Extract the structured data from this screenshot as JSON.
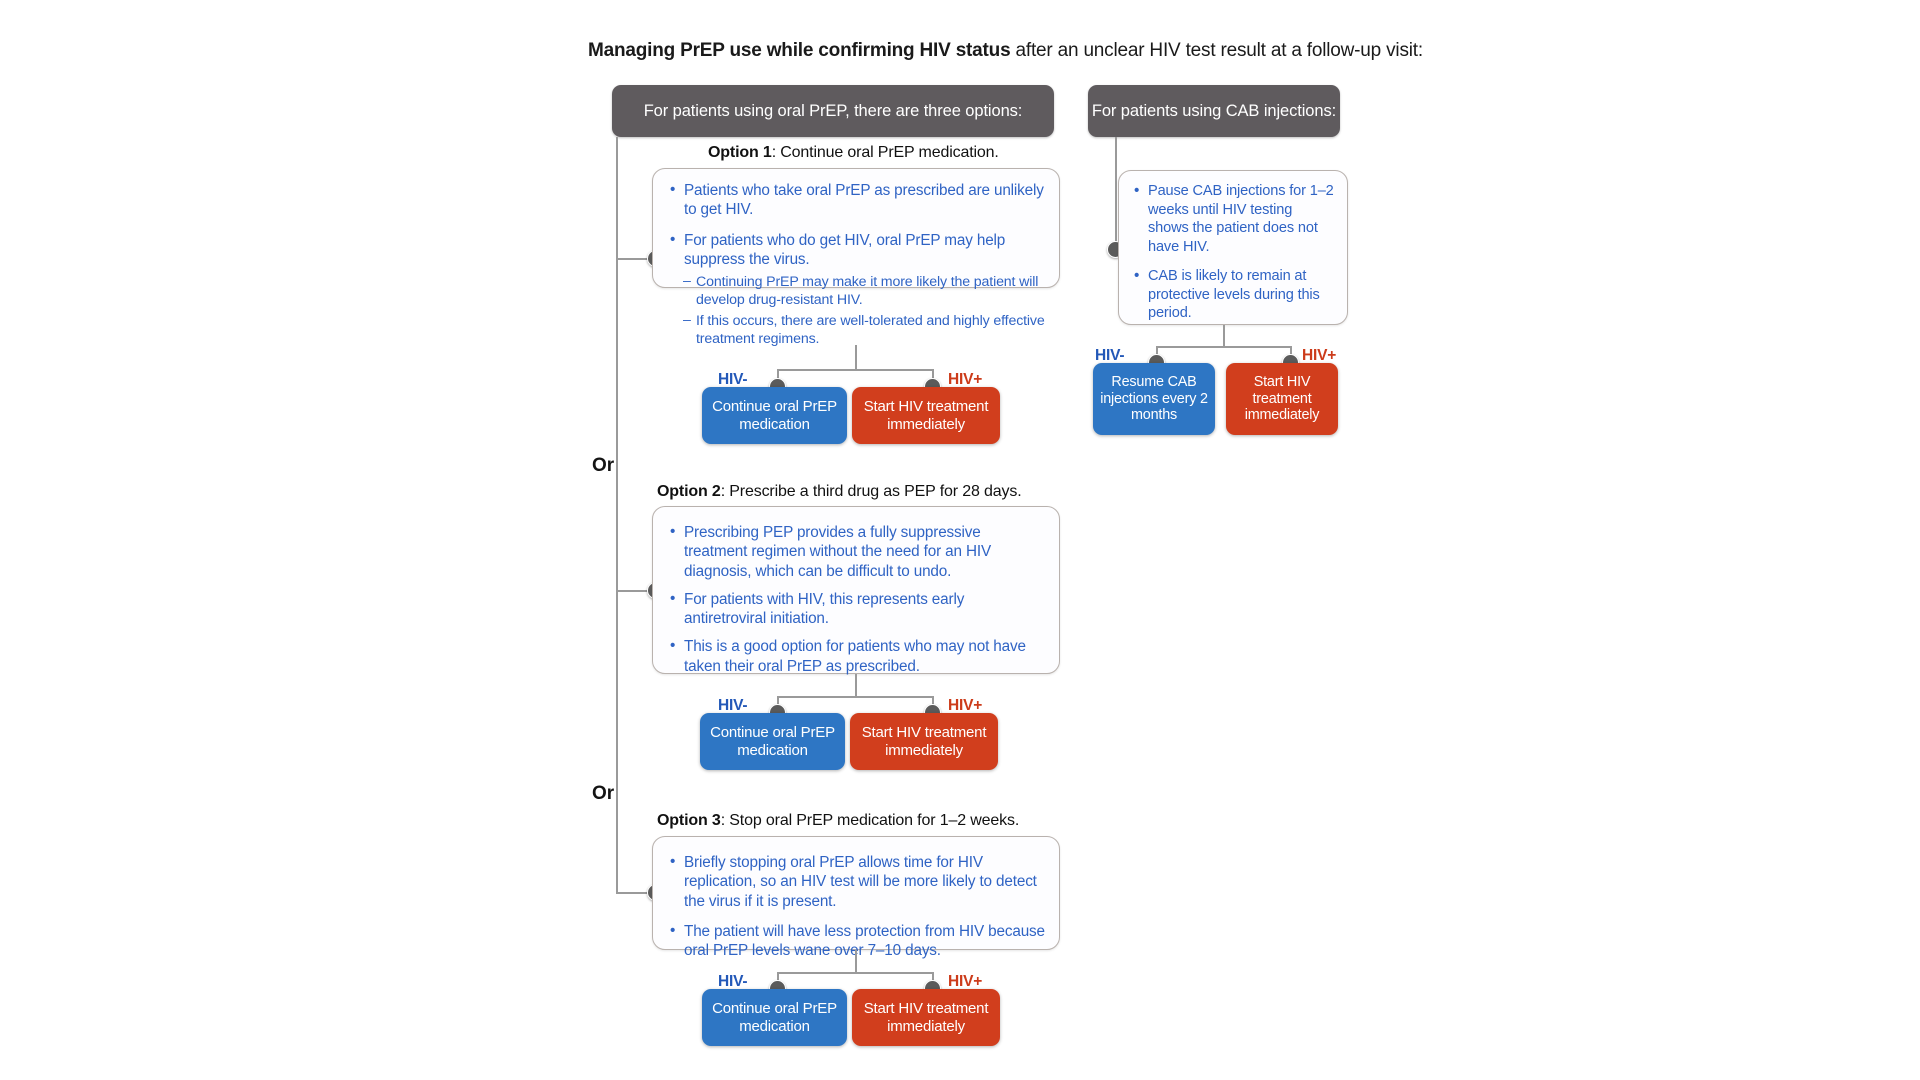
{
  "title": {
    "bold": "Managing PrEP use while confirming HIV status",
    "rest": " after an unclear HIV test result at a follow-up visit:"
  },
  "columns": {
    "oral": {
      "header": "For patients using oral PrEP, there are three options:"
    },
    "cab": {
      "header": "For patients using CAB injections:"
    }
  },
  "or_labels": {
    "first": "Or",
    "second": "Or"
  },
  "outcome_tags": {
    "negative": "HIV-",
    "positive": "HIV+"
  },
  "colors": {
    "header_grey": "#5f5b5e",
    "blue": "#2e76c4",
    "red": "#d13e1d",
    "bullet_blue": "#2f63c4",
    "tag_negative": "#2358b8",
    "tag_positive": "#cc3b1a",
    "connector_grey": "#9a9a9a",
    "node_grey": "#5b5b5b",
    "box_border": "#b9b2ae"
  },
  "options": [
    {
      "label": "Option 1",
      "title": ": Continue oral PrEP medication.",
      "bullets": [
        {
          "level": 1,
          "text": "Patients who take oral PrEP as prescribed are unlikely to get HIV.",
          "marker": "•"
        },
        {
          "level": 1,
          "text": "For patients who do get HIV, oral PrEP may help suppress the virus.",
          "marker": "•"
        },
        {
          "level": 2,
          "text": "Continuing PrEP may make it more likely the patient will develop drug-resistant HIV.",
          "marker": "–"
        },
        {
          "level": 2,
          "text": "If this occurs, there are well-tolerated and highly effective treatment regimens.",
          "marker": "–"
        }
      ],
      "outcomes": {
        "negative": "Continue oral PrEP medication",
        "positive": "Start HIV treatment immediately"
      }
    },
    {
      "label": "Option 2",
      "title": ": Prescribe a third drug as PEP for 28 days.",
      "bullets": [
        {
          "level": 1,
          "text": "Prescribing PEP provides a fully suppressive treatment regimen without the need for an HIV diagnosis, which can be difficult to undo.",
          "marker": "•"
        },
        {
          "level": 1,
          "text": "For patients with HIV, this represents early antiretroviral initiation.",
          "marker": "•"
        },
        {
          "level": 1,
          "text": "This is a good option for patients who may not have taken their oral PrEP as prescribed.",
          "marker": "•"
        }
      ],
      "outcomes": {
        "negative": "Continue oral PrEP medication",
        "positive": "Start HIV treatment immediately"
      }
    },
    {
      "label": "Option 3",
      "title": ": Stop oral PrEP medication for 1–2 weeks.",
      "bullets": [
        {
          "level": 1,
          "text": "Briefly stopping oral PrEP allows time for HIV replication, so an HIV test will be more likely to detect the virus if it is present.",
          "marker": "•"
        },
        {
          "level": 1,
          "text": "The patient will have less protection from HIV because oral PrEP levels wane over 7–10 days.",
          "marker": "•"
        }
      ],
      "outcomes": {
        "negative": "Continue oral PrEP medication",
        "positive": "Start HIV treatment immediately"
      }
    }
  ],
  "cab": {
    "bullets": [
      {
        "level": 1,
        "text": "Pause CAB injections for 1–2 weeks until HIV testing shows the patient does not have HIV.",
        "marker": "•"
      },
      {
        "level": 1,
        "text": "CAB is likely to remain at protective levels during this period.",
        "marker": "•"
      }
    ],
    "outcomes": {
      "negative": "Resume CAB injections every 2 months",
      "positive": "Start HIV treatment immediately"
    }
  }
}
